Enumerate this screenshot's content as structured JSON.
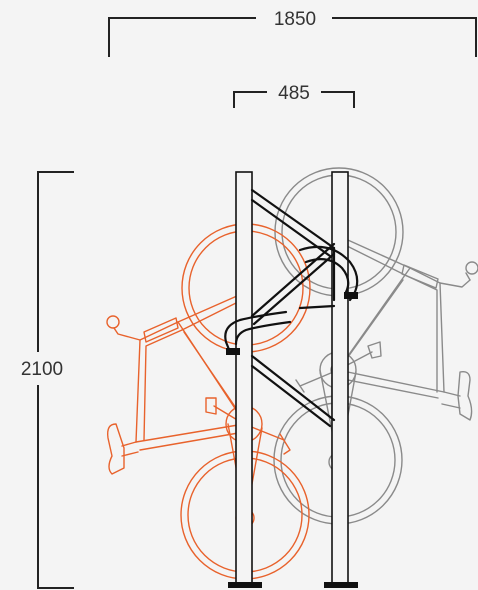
{
  "dimensions": {
    "overall_width": "1850",
    "rack_spacing": "485",
    "height": "2100"
  },
  "colors": {
    "bike_front": "#e8622c",
    "bike_back": "#8a8a8a",
    "rack": "#111111",
    "dimension_lines": "#222222",
    "background": "#f4f4f4"
  }
}
